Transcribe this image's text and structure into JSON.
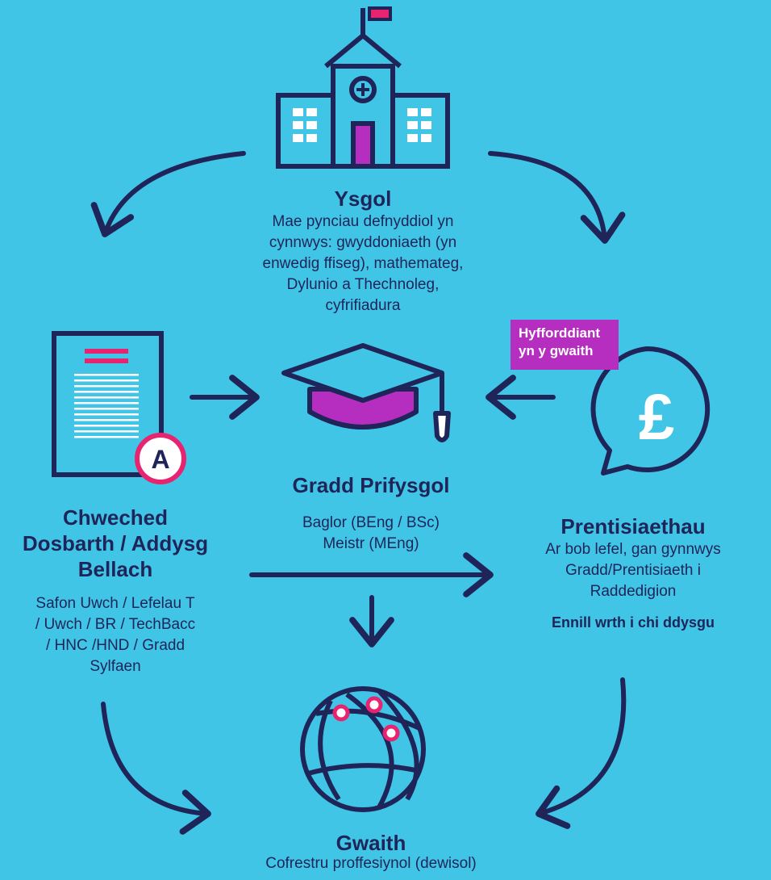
{
  "colors": {
    "background": "#41c5e6",
    "navy": "#1f2459",
    "pink": "#e8236f",
    "purple": "#b62ec0",
    "white": "#ffffff"
  },
  "school": {
    "title": "Ysgol",
    "lines": [
      "Mae pynciau defnyddiol yn",
      "cynnwys: gwyddoniaeth (yn",
      "enwedig ffiseg), mathemateg,",
      "Dylunio a Thechnoleg,",
      "cyfrifiadura"
    ]
  },
  "sixth_form": {
    "title_lines": [
      "Chweched",
      "Dosbarth / Addysg",
      "Bellach"
    ],
    "grade_letter": "A",
    "lines": [
      "Safon Uwch / Lefelau T",
      "/ Uwch / BR / TechBacc",
      "/ HNC /HND / Gradd",
      "Sylfaen"
    ]
  },
  "degree": {
    "title": "Gradd Prifysgol",
    "lines": [
      "Baglor (BEng / BSc)",
      "Meistr (MEng)"
    ]
  },
  "apprenticeships": {
    "badge_lines": [
      "Hyfforddiant",
      "yn y gwaith"
    ],
    "currency_symbol": "£",
    "title": "Prentisiaethau",
    "lines": [
      "Ar bob lefel, gan gynnwys",
      "Gradd/Prentisiaeth i",
      "Raddedigion"
    ],
    "highlight": "Ennill wrth i chi ddysgu"
  },
  "work": {
    "title": "Gwaith",
    "subtitle": "Cofrestru proffesiynol (dewisol)"
  },
  "icons": [
    "school-building-icon",
    "document-icon",
    "grade-badge-icon",
    "graduation-cap-icon",
    "speech-bubble-icon",
    "pound-sign-icon",
    "globe-icon",
    "arrow-icon"
  ]
}
